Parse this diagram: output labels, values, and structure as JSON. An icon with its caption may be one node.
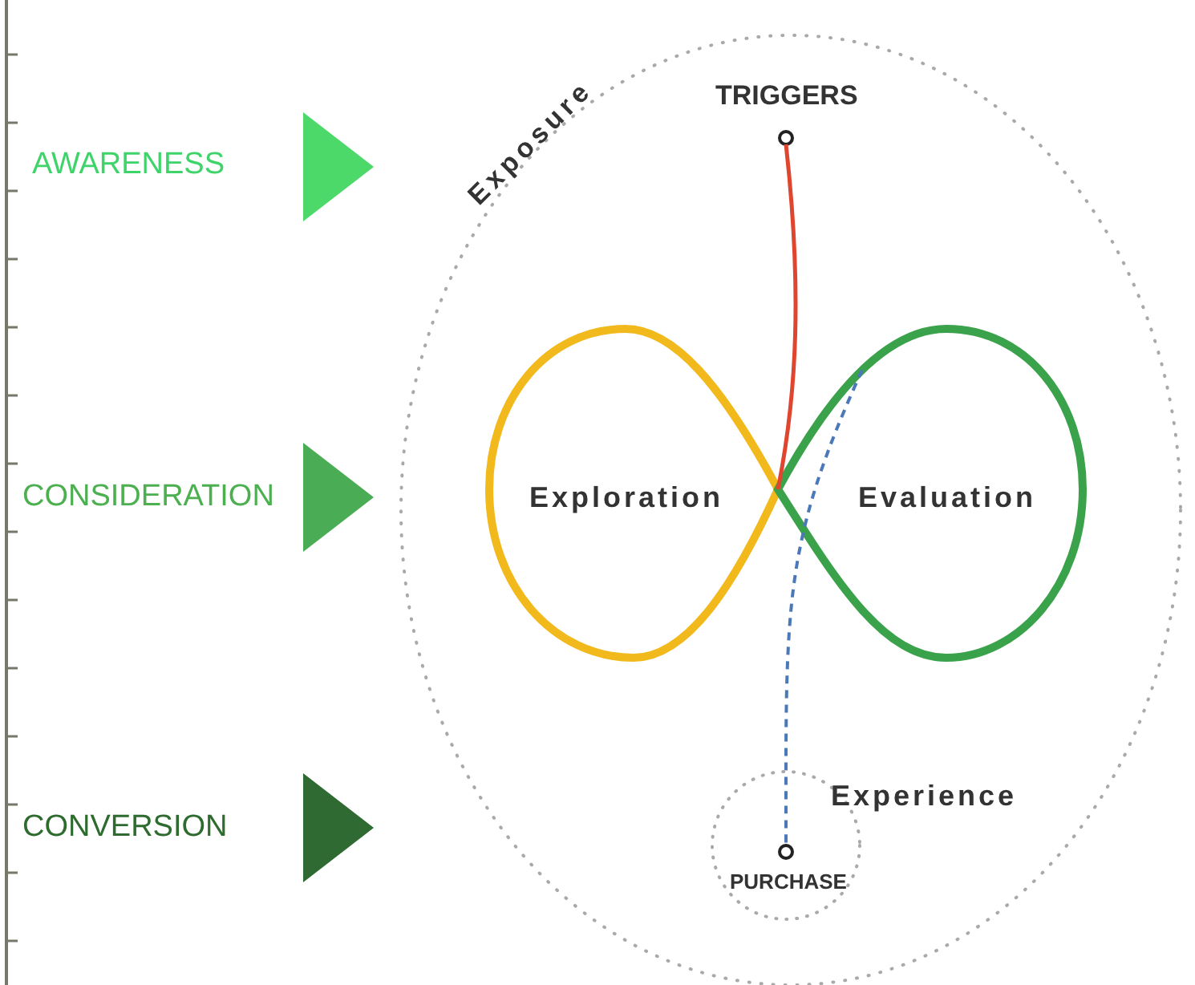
{
  "diagram": {
    "nodes": [
      {
        "text": [
          "Exposure"
        ]
      },
      {
        "text": [
          "TRIGGERS"
        ],
        "in": 0
      },
      {
        "text": [
          "Exploration"
        ],
        "in": 0
      },
      {
        "text": [
          "Evaluation"
        ],
        "in": 0
      },
      {
        "text": [
          "Experience"
        ],
        "in": 0
      },
      {
        "text": [
          "PURCHASE"
        ],
        "in": 4
      }
    ],
    "edges": [
      {
        "from": 1,
        "to": 2,
        "arrow": "none",
        "color": "#e0452f"
      },
      {
        "from": 3,
        "to": 5,
        "arrow": "none",
        "style": "dashed",
        "color": "#4a78b8"
      }
    ],
    "labels": [
      "AWARENESS",
      "CONSIDERATION",
      "CONVERSION"
    ]
  }
}
